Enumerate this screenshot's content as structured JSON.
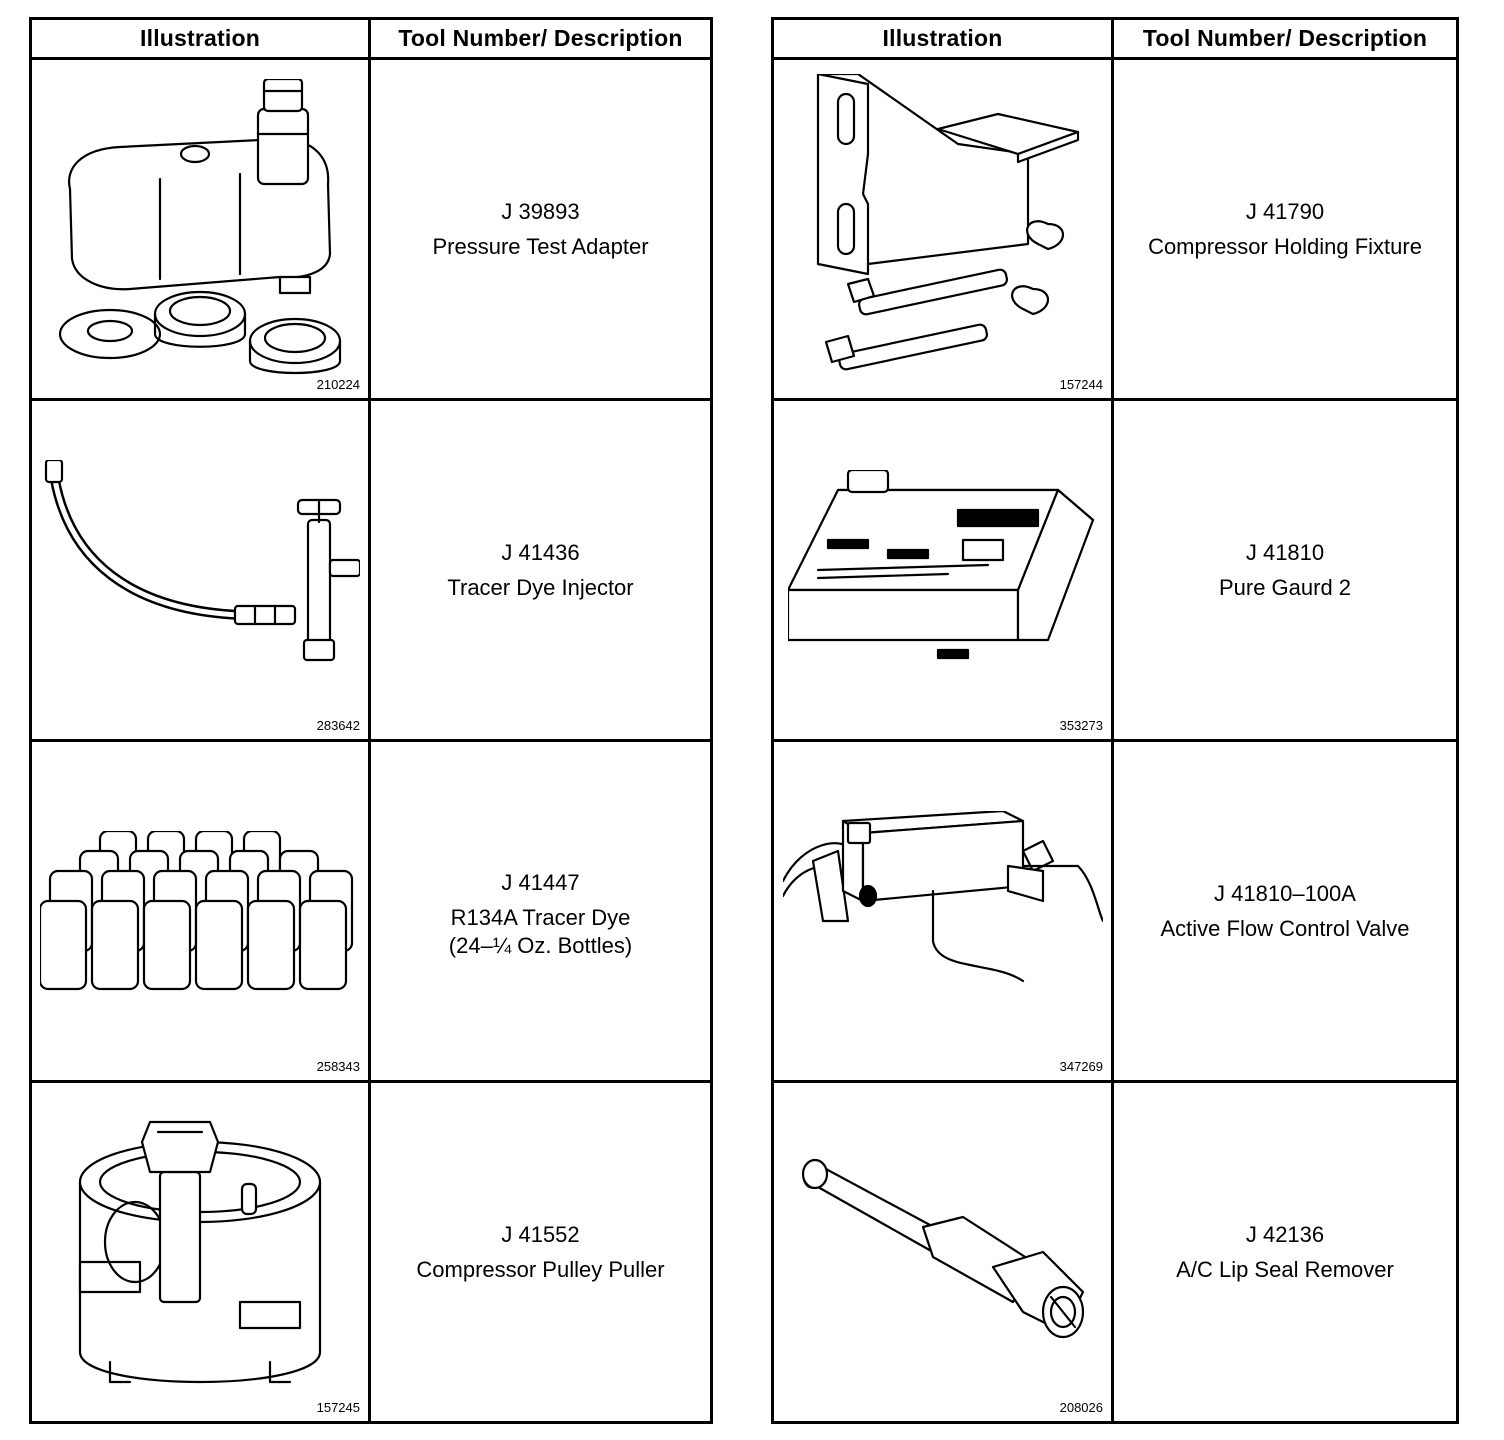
{
  "headers": {
    "illustration": "Illustration",
    "tool": "Tool Number/ Description"
  },
  "left": [
    {
      "fig": "210224",
      "number": "J 39893",
      "desc": [
        "Pressure Test Adapter"
      ],
      "icon": "pressure-test-adapter-icon"
    },
    {
      "fig": "283642",
      "number": "J 41436",
      "desc": [
        "Tracer Dye Injector"
      ],
      "icon": "tracer-dye-injector-icon"
    },
    {
      "fig": "258343",
      "number": "J 41447",
      "desc": [
        "R134A Tracer Dye",
        "(24–¼ Oz. Bottles)"
      ],
      "icon": "dye-bottles-icon"
    },
    {
      "fig": "157245",
      "number": "J 41552",
      "desc": [
        "Compressor Pulley Puller"
      ],
      "icon": "pulley-puller-icon"
    }
  ],
  "right": [
    {
      "fig": "157244",
      "number": "J 41790",
      "desc": [
        "Compressor Holding Fixture"
      ],
      "icon": "holding-fixture-icon"
    },
    {
      "fig": "353273",
      "number": "J 41810",
      "desc": [
        "Pure Gaurd 2"
      ],
      "icon": "pure-guard-unit-icon"
    },
    {
      "fig": "347269",
      "number": "J 41810–100A",
      "desc": [
        "Active Flow Control Valve"
      ],
      "icon": "flow-control-valve-icon"
    },
    {
      "fig": "208026",
      "number": "J 42136",
      "desc": [
        "A/C Lip Seal Remover"
      ],
      "icon": "lip-seal-remover-icon"
    }
  ]
}
